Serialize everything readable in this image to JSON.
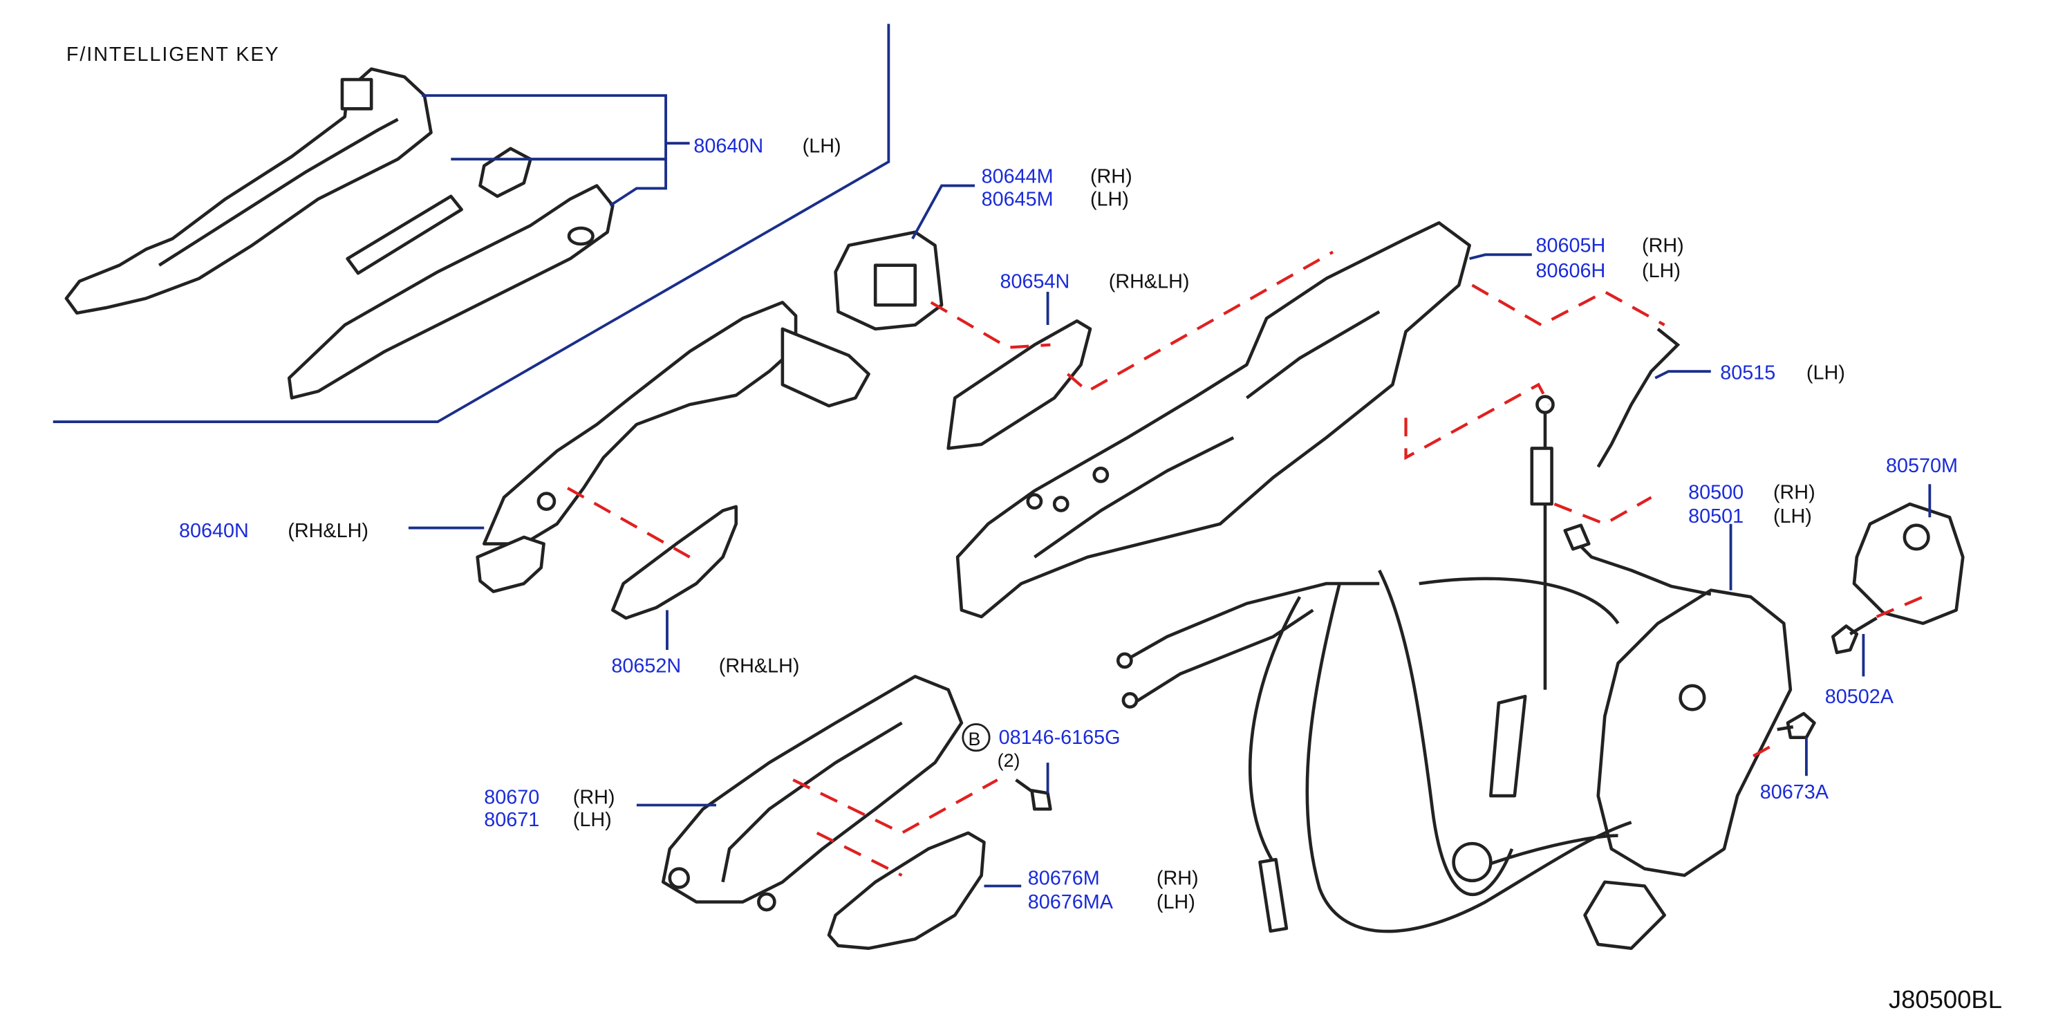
{
  "header": {
    "title": "F/INTELLIGENT   KEY"
  },
  "diagram_code": "J80500BL",
  "bolt_marker": "B",
  "callouts": [
    {
      "id": "c1",
      "part": "80640N",
      "note": "(LH)"
    },
    {
      "id": "c2",
      "part": "80644M",
      "note": "(RH)"
    },
    {
      "id": "c3",
      "part": "80645M",
      "note": "(LH)"
    },
    {
      "id": "c4",
      "part": "80654N",
      "note": "(RH&LH)"
    },
    {
      "id": "c5",
      "part": "80605H",
      "note": "(RH)"
    },
    {
      "id": "c6",
      "part": "80606H",
      "note": "(LH)"
    },
    {
      "id": "c7",
      "part": "80515",
      "note": "(LH)"
    },
    {
      "id": "c8",
      "part": "80570M",
      "note": ""
    },
    {
      "id": "c9",
      "part": "80500",
      "note": "(RH)"
    },
    {
      "id": "c10",
      "part": "80501",
      "note": "(LH)"
    },
    {
      "id": "c11",
      "part": "80640N",
      "note": "(RH&LH)"
    },
    {
      "id": "c12",
      "part": "80652N",
      "note": "(RH&LH)"
    },
    {
      "id": "c13",
      "part": "08146-6165G",
      "note": "(2)"
    },
    {
      "id": "c14",
      "part": "80502A",
      "note": ""
    },
    {
      "id": "c15",
      "part": "80670",
      "note": "(RH)"
    },
    {
      "id": "c16",
      "part": "80671",
      "note": "(LH)"
    },
    {
      "id": "c17",
      "part": "80673A",
      "note": ""
    },
    {
      "id": "c18",
      "part": "80676M",
      "note": "(RH)"
    },
    {
      "id": "c19",
      "part": "80676MA",
      "note": "(LH)"
    }
  ]
}
